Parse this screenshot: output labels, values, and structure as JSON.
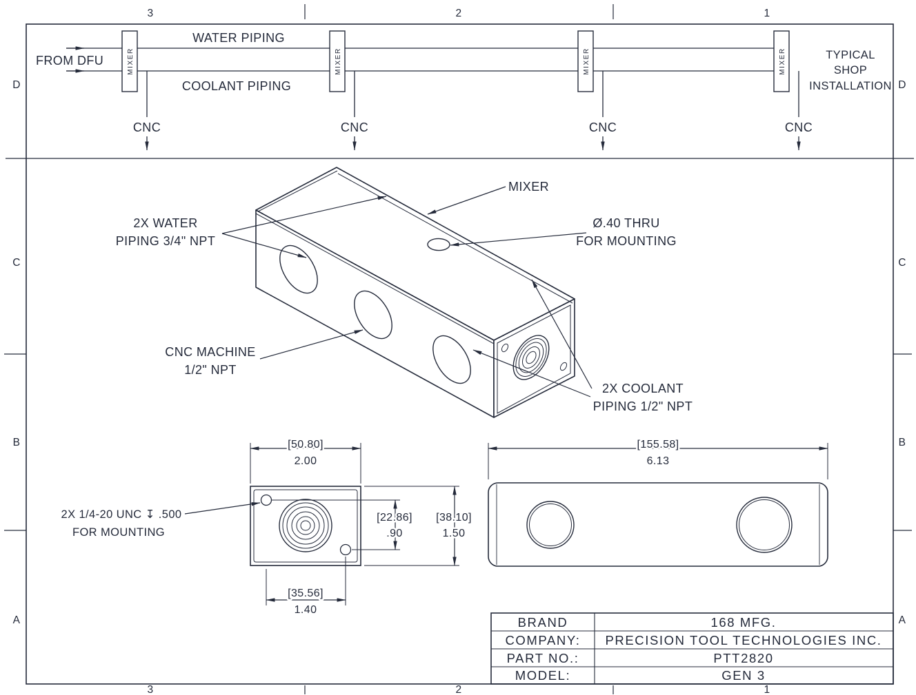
{
  "colors": {
    "ink": "#242a3a",
    "paper": "#ffffff"
  },
  "zones": {
    "cols": [
      "3",
      "2",
      "1"
    ],
    "rows": [
      "D",
      "C",
      "B",
      "A"
    ]
  },
  "schematic": {
    "from_label": "FROM DFU",
    "water_label": "WATER PIPING",
    "coolant_label": "COOLANT PIPING",
    "mixer_label": "MIXER",
    "cnc_label": "CNC",
    "note": [
      "TYPICAL",
      "SHOP",
      "INSTALLATION"
    ]
  },
  "iso_view": {
    "mixer_callout": "MIXER",
    "water_callout": [
      "2X WATER",
      "PIPING 3/4\" NPT"
    ],
    "mount_hole_callout": [
      "Ø.40 THRU",
      "FOR MOUNTING"
    ],
    "cnc_port_callout": [
      "CNC MACHINE",
      "1/2\" NPT"
    ],
    "coolant_callout": [
      "2X COOLANT",
      "PIPING 1/2\" NPT"
    ]
  },
  "end_view": {
    "width": {
      "mm": "[50.80]",
      "in": "2.00"
    },
    "hole_offset": {
      "mm": "[22.86]",
      "in": ".90"
    },
    "height": {
      "mm": "[38.10]",
      "in": "1.50"
    },
    "hole_spacing": {
      "mm": "[35.56]",
      "in": "1.40"
    },
    "mount_callout": [
      "2X 1/4-20 UNC ↧ .500",
      "FOR MOUNTING"
    ]
  },
  "side_view": {
    "length": {
      "mm": "[155.58]",
      "in": "6.13"
    }
  },
  "title_block": {
    "rows": [
      {
        "label": "BRAND",
        "value": "168 MFG."
      },
      {
        "label": "COMPANY:",
        "value": "PRECISION TOOL TECHNOLOGIES INC."
      },
      {
        "label": "PART NO.:",
        "value": "PTT2820"
      },
      {
        "label": "MODEL:",
        "value": "GEN 3"
      }
    ]
  }
}
